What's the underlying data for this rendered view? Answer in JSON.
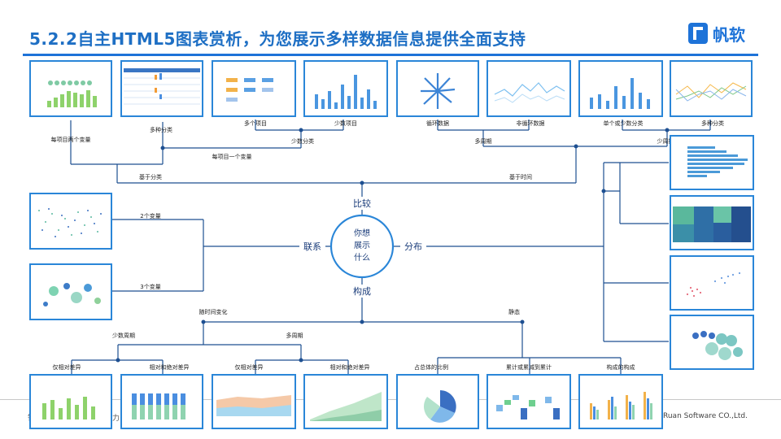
{
  "header": {
    "title": "5.2.2自主HTML5图表赏析，为您展示多样数据信息提供全面支持",
    "logo_text": "帆软"
  },
  "center": {
    "line1": "你想",
    "line2": "展示",
    "line3": "什么"
  },
  "branches": {
    "compare": "比较",
    "relation": "联系",
    "distribution": "分布",
    "composition": "构成"
  },
  "compare_labels": {
    "multi_class": "多种分类",
    "multi_items": "多个项目",
    "few_items": "少数项目",
    "cyclic": "循环数据",
    "non_cyclic": "非循环数据",
    "single_or_few": "单个或少数分类",
    "multi_class2": "多种分类",
    "two_vars_per_item": "每项目两个变量",
    "one_var_per_item": "每项目一个变量",
    "few_class": "少数分类",
    "many_periods": "多周期",
    "few_periods": "少周期",
    "by_class": "基于分类",
    "by_time": "基于时间"
  },
  "relation_labels": {
    "two_vars": "2个变量",
    "three_vars": "3个变量"
  },
  "composition_labels": {
    "over_time": "随时间变化",
    "static": "静态",
    "few_periods": "少数周期",
    "many_periods": "多周期",
    "relative_diff": "仅相对差异",
    "relative_abs_diff": "相对和绝对差异",
    "relative_diff2": "仅相对差异",
    "relative_abs_diff2": "相对和绝对差异",
    "share_of_total": "占总体的比例",
    "cumulative": "累计或累减到累计",
    "component": "构成的构成"
  },
  "footer": {
    "left": "智",
    "mid": "力",
    "right": "Ruan Software CO.,Ltd."
  },
  "colors": {
    "accent": "#1e73d8",
    "line": "#1d4f91",
    "frame": "#2a86d8"
  }
}
